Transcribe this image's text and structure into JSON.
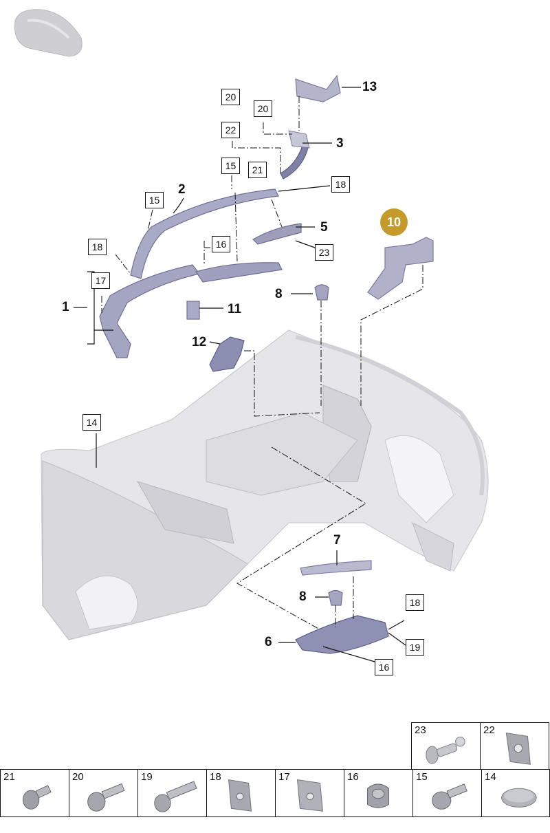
{
  "diagram": {
    "badge": "10",
    "bold_callouts": [
      "1",
      "2",
      "3",
      "5",
      "6",
      "7",
      "8",
      "8",
      "11",
      "12",
      "13"
    ],
    "boxed_callouts": [
      "20",
      "22",
      "20",
      "15",
      "21",
      "18",
      "15",
      "18",
      "16",
      "17",
      "23",
      "14",
      "18",
      "19",
      "16"
    ]
  },
  "legend": {
    "row_top": [
      "23",
      "22"
    ],
    "row_bottom": [
      "21",
      "20",
      "19",
      "18",
      "17",
      "16",
      "15",
      "14"
    ]
  },
  "colors": {
    "part": "#9ea0bd",
    "part_dark": "#6e6f95",
    "body": "#e4e4e8",
    "badge": "#c49a2b"
  }
}
